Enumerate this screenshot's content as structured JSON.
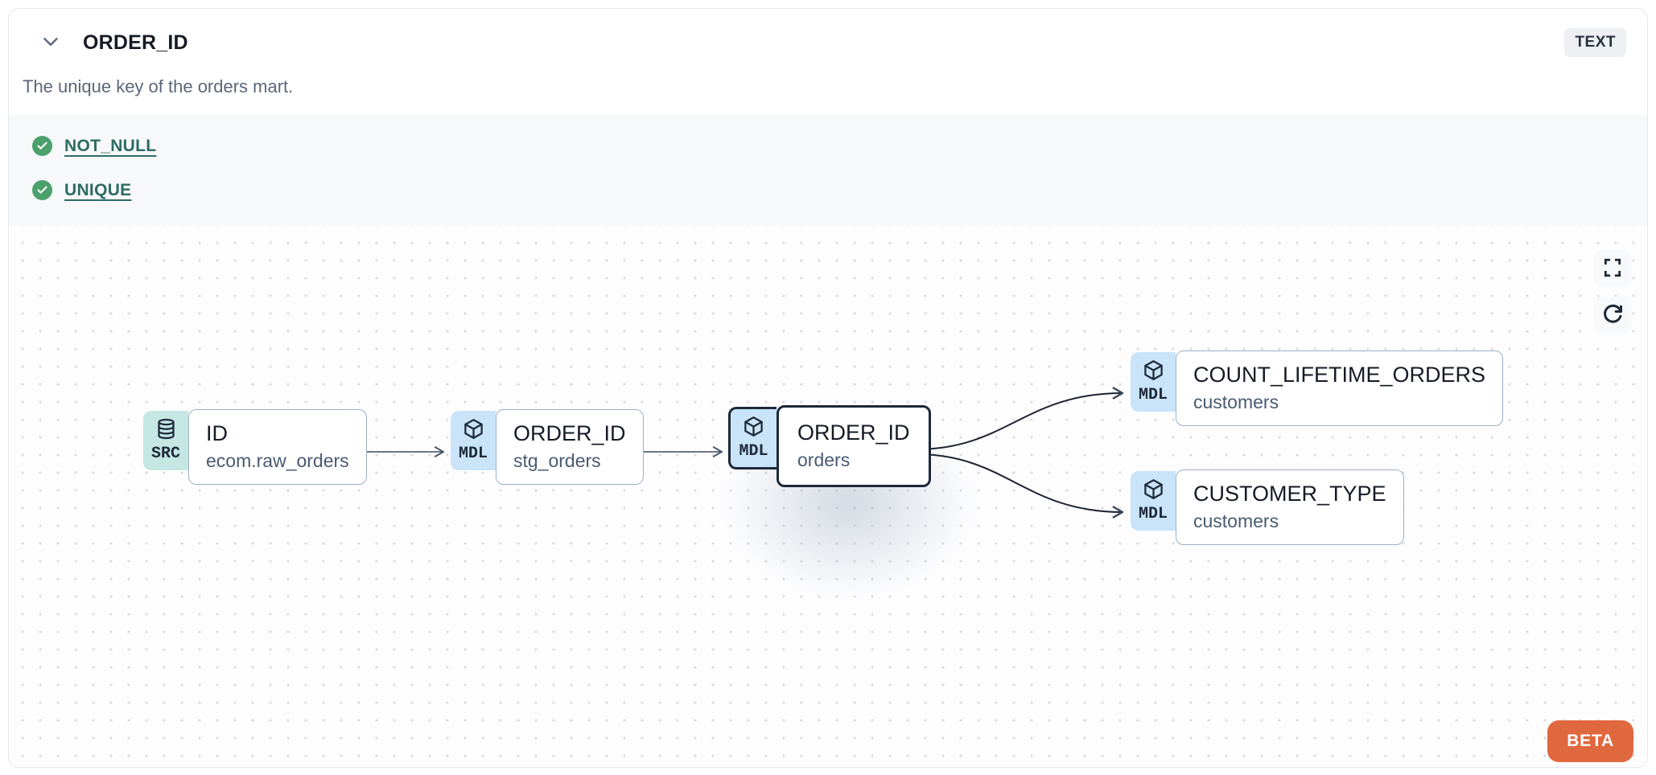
{
  "header": {
    "title": "ORDER_ID",
    "type_badge": "TEXT",
    "description": "The unique key of the orders mart."
  },
  "tests": {
    "items": [
      {
        "label": "NOT_NULL",
        "status": "pass"
      },
      {
        "label": "UNIQUE",
        "status": "pass"
      }
    ]
  },
  "lineage": {
    "nodes": [
      {
        "badge": "SRC",
        "icon": "database-icon",
        "title": "ID",
        "subtitle": "ecom.raw_orders",
        "selected": false
      },
      {
        "badge": "MDL",
        "icon": "cube-icon",
        "title": "ORDER_ID",
        "subtitle": "stg_orders",
        "selected": false
      },
      {
        "badge": "MDL",
        "icon": "cube-icon",
        "title": "ORDER_ID",
        "subtitle": "orders",
        "selected": true
      },
      {
        "badge": "MDL",
        "icon": "cube-icon",
        "title": "COUNT_LIFETIME_ORDERS",
        "subtitle": "customers",
        "selected": false
      },
      {
        "badge": "MDL",
        "icon": "cube-icon",
        "title": "CUSTOMER_TYPE",
        "subtitle": "customers",
        "selected": false
      }
    ],
    "beta_label": "BETA"
  },
  "colors": {
    "test_pass_green": "#4aa16c",
    "link_teal": "#2e6b63",
    "src_badge_teal": "#c4e7e3",
    "mdl_badge_blue": "#c9e4f8",
    "selected_border": "#1d2939",
    "beta_orange": "#e0683f"
  }
}
